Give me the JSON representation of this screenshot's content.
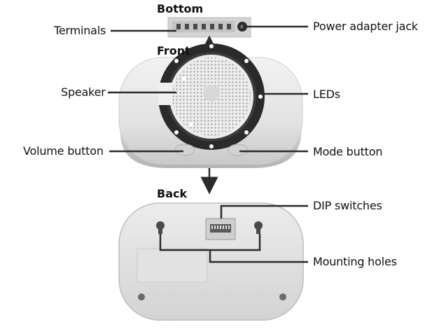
{
  "views": {
    "bottom": "Bottom",
    "front": "Front",
    "back": "Back"
  },
  "labels": {
    "terminals": "Terminals",
    "power_jack": "Power adapter jack",
    "speaker": "Speaker",
    "leds": "LEDs",
    "volume_button": "Volume button",
    "mode_button": "Mode button",
    "dip_switches": "DIP switches",
    "mounting_holes": "Mounting holes"
  },
  "colors": {
    "device_body": "#e4e4e4",
    "led_ring": "#2a2a2a",
    "leader_line": "#2b2b2b"
  },
  "led_count": 8
}
